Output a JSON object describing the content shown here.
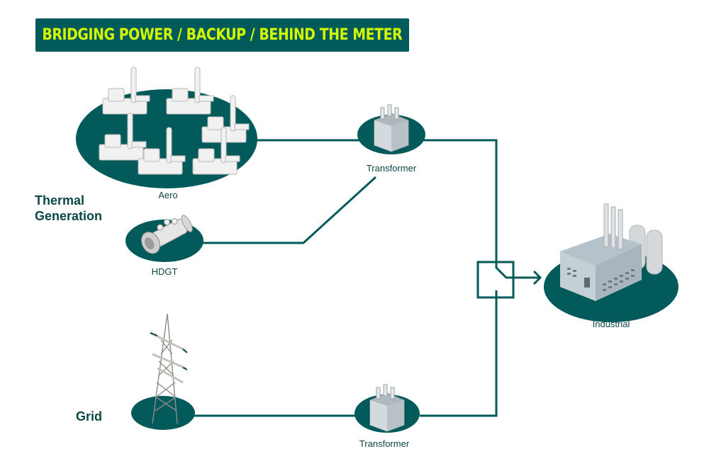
{
  "title": "BRIDGING POWER / BACKUP / BEHIND THE METER",
  "colors": {
    "banner_bg": "#025a5a",
    "banner_text": "#d4f800",
    "node_fill": "#025a5a",
    "line": "#025a5a",
    "label": "#0b4646"
  },
  "groups": {
    "thermal": "Thermal\nGeneration",
    "thermal_line1": "Thermal",
    "thermal_line2": "Generation",
    "grid": "Grid"
  },
  "nodes": {
    "aero": {
      "label": "Aero",
      "icon": "aeroderivative-turbine-cluster"
    },
    "hdgt": {
      "label": "HDGT",
      "icon": "gas-turbine"
    },
    "transformer_top": {
      "label": "Transformer",
      "icon": "transformer"
    },
    "transformer_bottom": {
      "label": "Transformer",
      "icon": "transformer"
    },
    "grid_tower": {
      "label": "",
      "icon": "transmission-tower"
    },
    "switch": {
      "label": "",
      "icon": "transfer-switch"
    },
    "industrial": {
      "label": "Industrial",
      "icon": "factory"
    }
  },
  "connections": [
    {
      "from": "aero",
      "to": "transformer_top"
    },
    {
      "from": "hdgt",
      "to": "transformer_top"
    },
    {
      "from": "transformer_top",
      "to": "switch"
    },
    {
      "from": "grid_tower",
      "to": "transformer_bottom"
    },
    {
      "from": "transformer_bottom",
      "to": "switch"
    },
    {
      "from": "switch",
      "to": "industrial"
    }
  ]
}
